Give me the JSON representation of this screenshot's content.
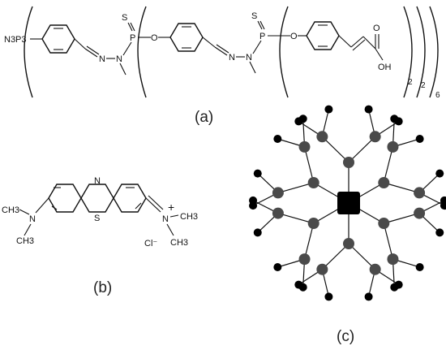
{
  "panels": {
    "a": {
      "caption": "(a)"
    },
    "b": {
      "caption": "(b)"
    },
    "c": {
      "caption": "(c)"
    }
  },
  "molecule_a": {
    "core": "N3P3",
    "sulfur": "S",
    "phosphorus": "P",
    "oxygen": "O",
    "nitrogen": "N",
    "acid_o": "O",
    "acid_oh": "OH",
    "sub_2a": "2",
    "sub_2b": "2",
    "sub_6": "6"
  },
  "molecule_b": {
    "ring_n": "N",
    "ring_s": "S",
    "left_ch3_top": "CH3",
    "left_ch3_bottom": "CH3",
    "right_ch3_top": "CH3",
    "right_ch3_bottom": "CH3",
    "left_n": "N",
    "right_n": "N",
    "charge": "+",
    "counterion": "Cl⁻"
  },
  "dendrimer": {
    "core_color": "#000000",
    "inner_color": "#4a4a4a",
    "outer_color": "#000000",
    "branches": 6
  }
}
